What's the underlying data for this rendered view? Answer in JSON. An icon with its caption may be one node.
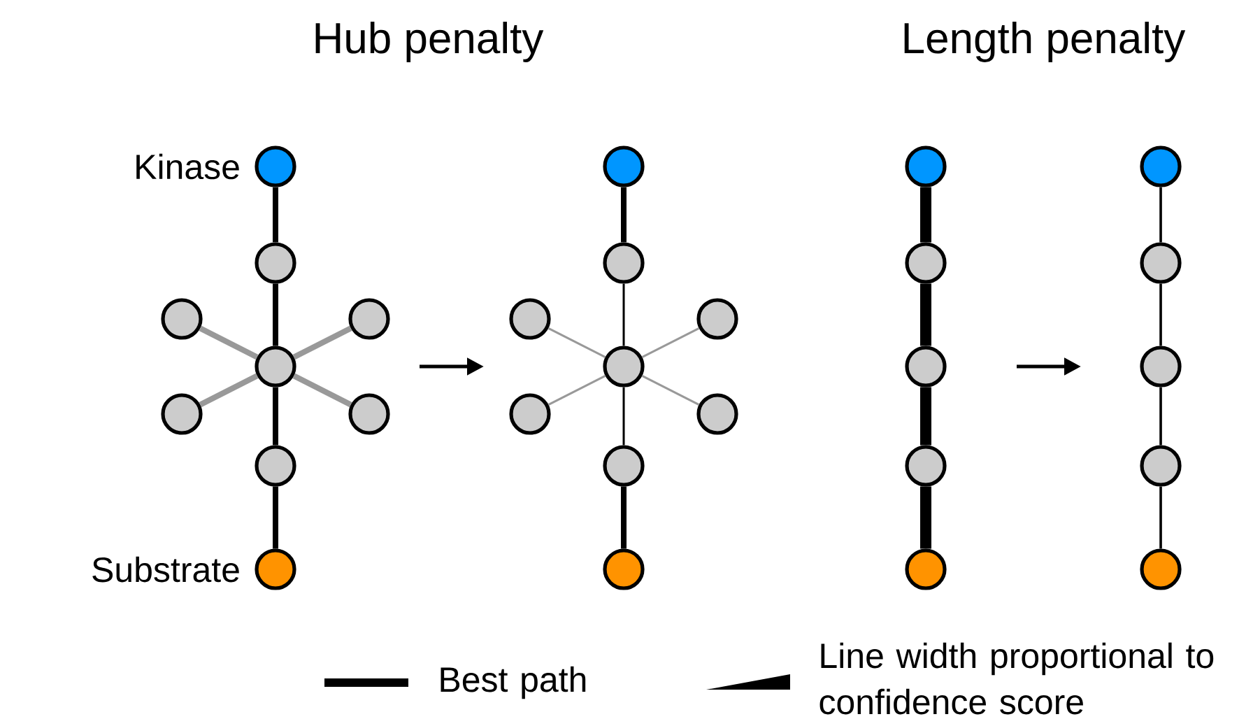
{
  "diagram": {
    "nodes": [
      {
        "text": [],
        "shape": "circle",
        "beside": [
          "Kinase"
        ]
      },
      {
        "text": [],
        "shape": "circle"
      },
      {
        "text": [],
        "shape": "circle"
      },
      {
        "text": [],
        "shape": "circle"
      },
      {
        "text": [],
        "shape": "circle"
      },
      {
        "text": [],
        "shape": "circle"
      },
      {
        "text": [],
        "shape": "circle"
      },
      {
        "text": [],
        "shape": "circle"
      },
      {
        "text": [],
        "shape": "circle",
        "beside": [
          "Substrate"
        ]
      },
      {
        "text": [],
        "shape": "circle"
      },
      {
        "text": [],
        "shape": "circle"
      },
      {
        "text": [],
        "shape": "circle"
      },
      {
        "text": [],
        "shape": "circle"
      },
      {
        "text": [],
        "shape": "circle"
      },
      {
        "text": [],
        "shape": "circle"
      },
      {
        "text": [],
        "shape": "circle"
      },
      {
        "text": [],
        "shape": "circle"
      },
      {
        "text": [],
        "shape": "circle"
      },
      {
        "text": [],
        "shape": "circle"
      },
      {
        "text": [],
        "shape": "circle"
      },
      {
        "text": [],
        "shape": "circle"
      },
      {
        "text": [],
        "shape": "circle"
      },
      {
        "text": [],
        "shape": "circle"
      },
      {
        "text": [],
        "shape": "circle"
      },
      {
        "text": [],
        "shape": "circle"
      },
      {
        "text": [],
        "shape": "circle"
      },
      {
        "text": [],
        "shape": "circle"
      },
      {
        "text": [],
        "shape": "circle"
      }
    ],
    "edges": [
      {
        "from": 0,
        "to": 1,
        "arrow": "none"
      },
      {
        "from": 1,
        "to": 4,
        "arrow": "none"
      },
      {
        "from": 4,
        "to": 7,
        "arrow": "none"
      },
      {
        "from": 7,
        "to": 8,
        "arrow": "none"
      },
      {
        "from": 2,
        "to": 4,
        "arrow": "none",
        "color": "#999999"
      },
      {
        "from": 3,
        "to": 4,
        "arrow": "none",
        "color": "#999999"
      },
      {
        "from": 5,
        "to": 4,
        "arrow": "none",
        "color": "#999999"
      },
      {
        "from": 6,
        "to": 4,
        "arrow": "none",
        "color": "#999999"
      },
      {
        "from": 9,
        "to": 10,
        "arrow": "none"
      },
      {
        "from": 10,
        "to": 13,
        "arrow": "none"
      },
      {
        "from": 13,
        "to": 16,
        "arrow": "none"
      },
      {
        "from": 16,
        "to": 17,
        "arrow": "none"
      },
      {
        "from": 11,
        "to": 13,
        "arrow": "none",
        "color": "#999999"
      },
      {
        "from": 12,
        "to": 13,
        "arrow": "none",
        "color": "#999999"
      },
      {
        "from": 14,
        "to": 13,
        "arrow": "none",
        "color": "#999999"
      },
      {
        "from": 15,
        "to": 13,
        "arrow": "none",
        "color": "#999999"
      },
      {
        "from": 18,
        "to": 19,
        "arrow": "none",
        "style": "thick"
      },
      {
        "from": 19,
        "to": 20,
        "arrow": "none",
        "style": "thick"
      },
      {
        "from": 20,
        "to": 21,
        "arrow": "none",
        "style": "thick"
      },
      {
        "from": 21,
        "to": 22,
        "arrow": "none",
        "style": "thick"
      },
      {
        "from": 23,
        "to": 24,
        "arrow": "none"
      },
      {
        "from": 24,
        "to": 25,
        "arrow": "none"
      },
      {
        "from": 25,
        "to": 26,
        "arrow": "none"
      },
      {
        "from": 26,
        "to": 27,
        "arrow": "none"
      }
    ],
    "labels": [
      "Hub penalty",
      "Length penalty"
    ],
    "legend": [
      {
        "text": "Best path"
      },
      {
        "text": "Line width proportional to confidence score"
      }
    ]
  }
}
